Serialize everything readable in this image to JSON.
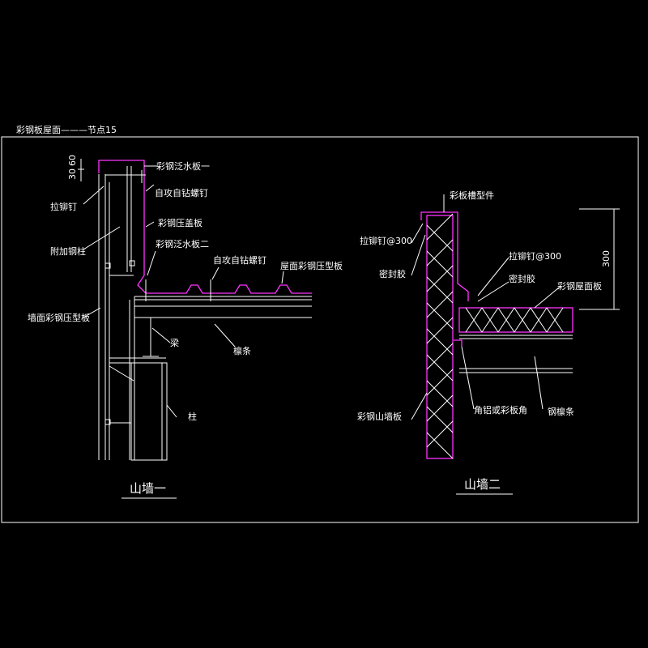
{
  "drawing": {
    "header_title": "彩钢板屋面———节点15",
    "dim_top": "30",
    "dim_top2": "60",
    "dim_right": "300",
    "colors": {
      "background": "#000000",
      "line": "#ffffff",
      "accent": "#ff33ff"
    }
  },
  "wall1": {
    "title": "山墙一",
    "labels": {
      "flashing1": "彩钢泛水板一",
      "screw1": "自攻自钻螺钉",
      "rivet": "拉铆钉",
      "pressing_plate": "彩钢压盖板",
      "extra_column": "附加钢柱",
      "flashing2": "彩钢泛水板二",
      "screw2": "自攻自钻螺钉",
      "roof_panel": "屋面彩钢压型板",
      "wall_panel": "墙面彩钢压型板",
      "beam": "梁",
      "purlin": "檩条",
      "column": "柱"
    }
  },
  "wall2": {
    "title": "山墙二",
    "labels": {
      "trough": "彩板槽型件",
      "rivet": "拉铆钉@300",
      "sealant": "密封胶",
      "rivet2": "拉铆钉@300",
      "sealant2": "密封胶",
      "roof_panel": "彩钢屋面板",
      "gable_panel": "彩钢山墙板",
      "angle": "角铝或彩板角",
      "purlin": "钢檩条"
    }
  }
}
